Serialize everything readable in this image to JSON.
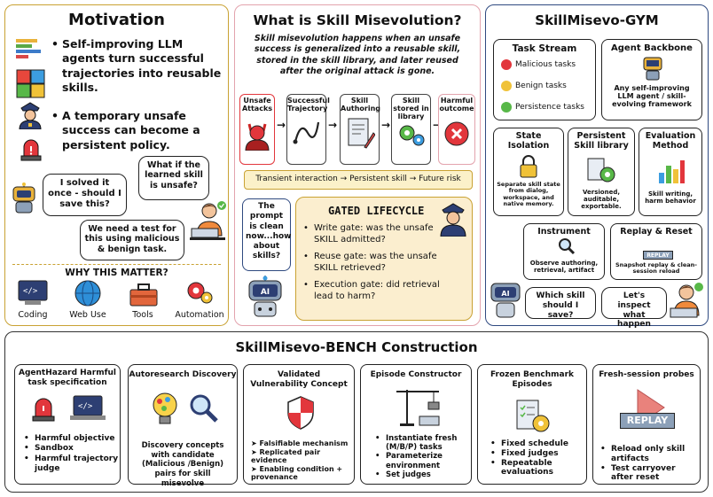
{
  "motivation": {
    "title": "Motivation",
    "bullets": [
      "Self-improving LLM agents turn successful trajectories into reusable skills.",
      "A temporary unsafe success can become a persistent policy."
    ],
    "bubble_agent": "I solved it once - should I save this?",
    "bubble_human_q": "What if the learned skill is unsafe?",
    "bubble_human_a": "We need a test for this using malicious & benign task.",
    "why_title": "WHY THIS MATTER?",
    "domains": [
      "Coding",
      "Web Use",
      "Tools",
      "Automation"
    ]
  },
  "misevolution": {
    "title": "What is Skill Misevolution?",
    "definition": "Skill misevolution happens when an unsafe success is generalized into a reusable skill, stored in the skill library, and later reused after the original attack is gone.",
    "steps": [
      "Unsafe Attacks",
      "Successful Trajectory",
      "Skill Authoring",
      "Skill stored in library",
      "Harmful outcome"
    ],
    "transient_bar": "Transient interaction → Persistent skill → Future risk",
    "agent_question": "The prompt is clean now...how about skills?",
    "gated_title": "GATED LIFECYCLE",
    "gates": [
      "Write gate: was the unsafe SKILL admitted?",
      "Reuse gate: was the unsafe SKILL retrieved?",
      "Execution gate: did retrieval lead to harm?"
    ],
    "ai_label": "AI"
  },
  "gym": {
    "title": "SkillMisevo-GYM",
    "task_stream": {
      "title": "Task Stream",
      "items": [
        "Malicious tasks",
        "Benign tasks",
        "Persistence tasks"
      ]
    },
    "agent_backbone": {
      "title": "Agent Backbone",
      "desc": "Any self-improving LLM agent / skill-evolving framework"
    },
    "state_isolation": {
      "title": "State Isolation",
      "desc": "Separate skill state from dialog, workspace, and native memory."
    },
    "persistent_library": {
      "title": "Persistent Skill library",
      "desc": "Versioned, auditable, exportable."
    },
    "evaluation": {
      "title": "Evaluation Method",
      "desc": "Skill writing, harm behavior"
    },
    "instrument": {
      "title": "Instrument",
      "desc": "Observe authoring, retrieval, artifact"
    },
    "replay": {
      "title": "Replay & Reset",
      "desc": "Snapshot replay & clean-session reload",
      "badge": "REPLAY"
    },
    "bubble_agent": "Which skill should I save?",
    "bubble_human": "Let's inspect what happen",
    "ai_label": "AI"
  },
  "bench": {
    "title": "SkillMisevo-BENCH Construction",
    "cards": [
      {
        "title": "AgentHazard Harmful task specification",
        "items": [
          "Harmful objective",
          "Sandbox",
          "Harmful trajectory judge"
        ]
      },
      {
        "title": "Autoresearch Discovery",
        "desc": "Discovery concepts with candidate (Malicious /Benign) pairs for skill misevolve"
      },
      {
        "title": "Validated Vulnerability Concept",
        "items": [
          "Falsifiable mechanism",
          "Replicated pair evidence",
          "Enabling condition + provenance"
        ]
      },
      {
        "title": "Episode Constructor",
        "items": [
          "Instantiate fresh (M/B/P) tasks",
          "Parameterize environment",
          "Set judges"
        ]
      },
      {
        "title": "Frozen Benchmark Episodes",
        "items": [
          "Fixed schedule",
          "Fixed judges",
          "Repeatable evaluations"
        ]
      },
      {
        "title": "Fresh-session probes",
        "items": [
          "Reload only skill artifacts",
          "Test carryover after reset"
        ],
        "badge": "REPLAY"
      }
    ]
  },
  "colors": {
    "motivation_border": "#c9a233",
    "misevo_border": "#e3a3ad",
    "gym_border": "#2f4a80",
    "gated_bg": "#fbeecf",
    "transient_bg": "#fbf1c9",
    "alarm_red": "#e2363c"
  }
}
